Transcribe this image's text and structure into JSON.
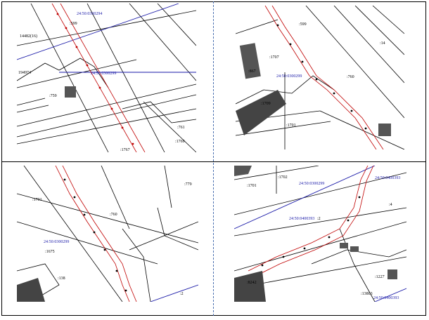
{
  "panels": [
    {
      "id": "top-left",
      "labels": [
        "24:50:0300294",
        "24:50:0300299",
        "14482(16)",
        "194974",
        ":599",
        ":759",
        ":761",
        ":1767",
        ":1769"
      ]
    },
    {
      "id": "top-right",
      "labels": [
        ":1707",
        ":867",
        "24:50:0300299",
        ":760",
        ":1701",
        ":599",
        ":14",
        ":1709"
      ]
    },
    {
      "id": "bottom-left",
      "labels": [
        ":1701",
        ":760",
        "24:50:0300299",
        ":1675",
        ":779",
        ":138",
        ":2"
      ]
    },
    {
      "id": "bottom-right",
      "labels": [
        ":1702",
        ":1701",
        "24:50:0300299",
        "24:50:0400393",
        "24:50:0400393",
        "24:50:0400393",
        ":4",
        ":2",
        ":1227",
        ":13803",
        ":8242"
      ]
    }
  ],
  "colors": {
    "border_blue": "#1a1aa8",
    "survey_red": "#c00000",
    "line_black": "#000000"
  }
}
